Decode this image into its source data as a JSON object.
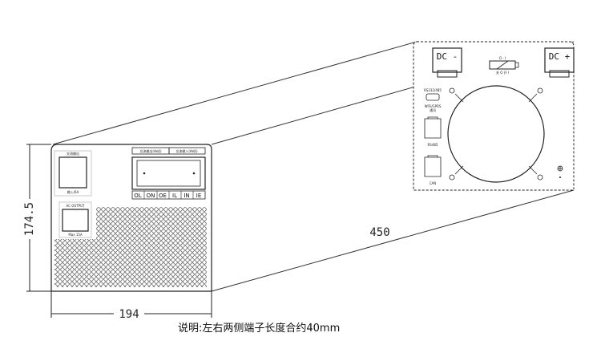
{
  "dimensions": {
    "height": "174.5",
    "width": "194",
    "length": "450"
  },
  "note": "说明:左右两侧端子长度合约40mm",
  "front_panel": {
    "top_left_label": "交流输出",
    "top_left_sub": "输入/6A",
    "box1_label": "交流输出(待机)",
    "box2_label": "交流输入(待机)",
    "ac_output_label": "AC OUTPUT",
    "ac_output_sub": "Max 15A",
    "terminals": [
      "OL",
      "ON",
      "OE",
      "IL",
      "IN",
      "IE"
    ]
  },
  "rear_panel": {
    "dc_minus": "DC -",
    "dc_plus": "DC +",
    "switch_top": "O - I",
    "switch_bottom": "关  O  开 I",
    "port1_label": "RS232/485",
    "port2_label": "WIFI/GPRS",
    "port2_sub": "通讯",
    "port3_label": "RS485",
    "port4_label": "CAN",
    "ground_symbol": "⏚"
  }
}
